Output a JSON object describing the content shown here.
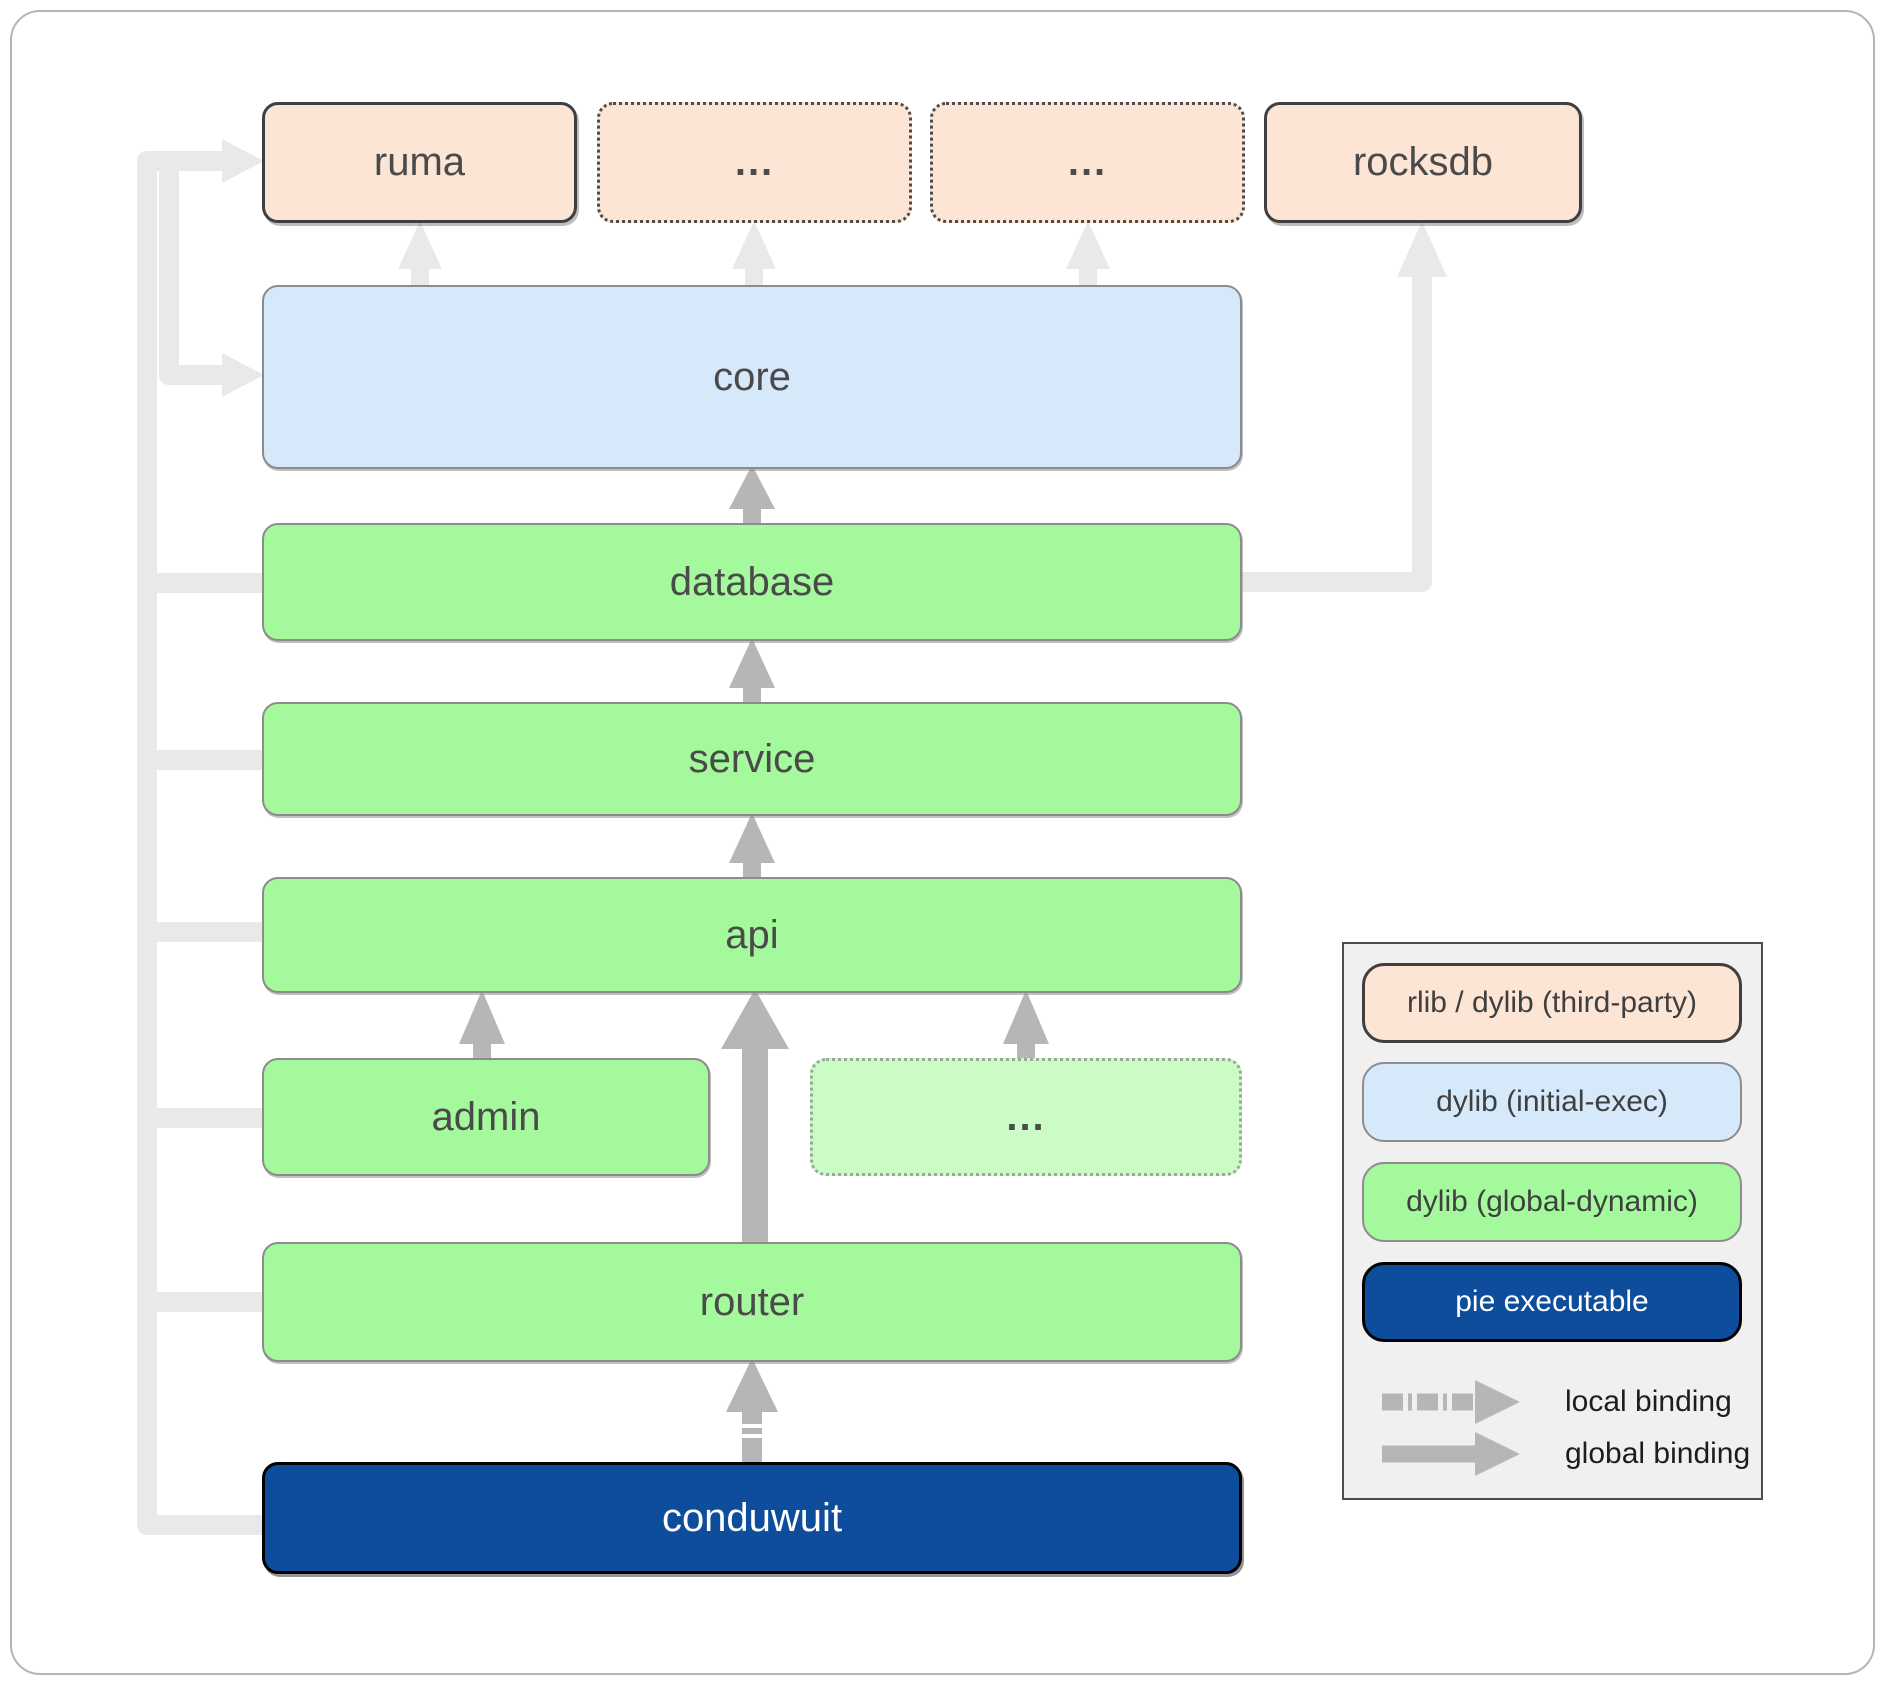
{
  "diagram": {
    "nodes": {
      "ruma": {
        "label": "ruma",
        "type": "rlib / dylib (third-party)"
      },
      "thirdparty_a": {
        "label": "...",
        "type": "rlib / dylib (third-party)"
      },
      "thirdparty_b": {
        "label": "...",
        "type": "rlib / dylib (third-party)"
      },
      "rocksdb": {
        "label": "rocksdb",
        "type": "rlib / dylib (third-party)"
      },
      "core": {
        "label": "core",
        "type": "dylib (initial-exec)"
      },
      "database": {
        "label": "database",
        "type": "dylib (global-dynamic)"
      },
      "service": {
        "label": "service",
        "type": "dylib (global-dynamic)"
      },
      "api": {
        "label": "api",
        "type": "dylib (global-dynamic)"
      },
      "admin": {
        "label": "admin",
        "type": "dylib (global-dynamic)"
      },
      "other_services": {
        "label": "...",
        "type": "dylib (global-dynamic)"
      },
      "router": {
        "label": "router",
        "type": "dylib (global-dynamic)"
      },
      "conduwuit": {
        "label": "conduwuit",
        "type": "pie executable"
      }
    },
    "edges": [
      {
        "from": "core",
        "to": "ruma",
        "binding": "global"
      },
      {
        "from": "core",
        "to": "thirdparty_a",
        "binding": "global"
      },
      {
        "from": "core",
        "to": "thirdparty_b",
        "binding": "global"
      },
      {
        "from": "database",
        "to": "rocksdb",
        "binding": "global"
      },
      {
        "from": "database",
        "to": "core",
        "binding": "global"
      },
      {
        "from": "service",
        "to": "database",
        "binding": "global"
      },
      {
        "from": "api",
        "to": "service",
        "binding": "global"
      },
      {
        "from": "admin",
        "to": "api",
        "binding": "global"
      },
      {
        "from": "other_services",
        "to": "api",
        "binding": "global"
      },
      {
        "from": "router",
        "to": "api",
        "binding": "global"
      },
      {
        "from": "conduwuit",
        "to": "router",
        "binding": "local"
      }
    ],
    "left_bus": {
      "members": [
        "database",
        "service",
        "api",
        "admin",
        "router",
        "conduwuit"
      ],
      "targets": [
        "ruma",
        "core"
      ],
      "binding": "global"
    }
  },
  "legend": {
    "items": [
      {
        "label": "rlib / dylib (third-party)",
        "fill": "#fce5d4"
      },
      {
        "label": "dylib (initial-exec)",
        "fill": "#d6e9fb"
      },
      {
        "label": "dylib (global-dynamic)",
        "fill": "#a3f99b"
      },
      {
        "label": "pie executable",
        "fill": "#0d4d9b"
      }
    ],
    "bindings": [
      {
        "label": "local binding",
        "style": "dashed"
      },
      {
        "label": "global binding",
        "style": "solid"
      }
    ]
  },
  "colors": {
    "third_party_fill": "#fce5d4",
    "initial_exec_fill": "#d6e9fb",
    "global_dynamic_fill": "#a3f99b",
    "global_dynamic_light_fill": "#ccfcc6",
    "pie_executable_fill": "#0d4d9b",
    "bus_line": "#e9e9e9",
    "binding_arrow": "#b6b6b6",
    "frame_border": "#b5b5b5",
    "label_text": "#4a4a4a"
  }
}
